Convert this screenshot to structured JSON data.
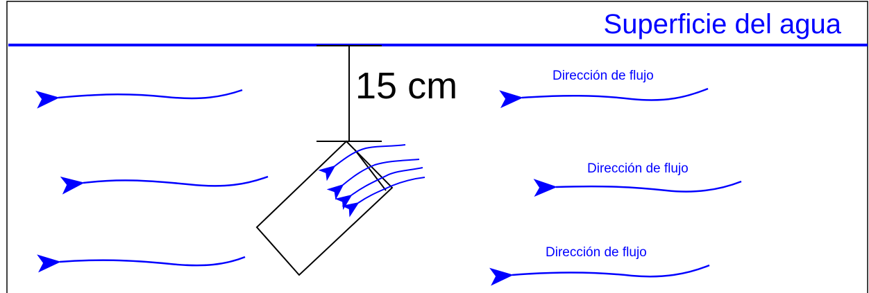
{
  "labels": {
    "surface": "Superficie del agua",
    "depth": "15 cm",
    "flow_1": "Dirección de flujo",
    "flow_2": "Dirección de flujo",
    "flow_3": "Dirección de flujo"
  },
  "colors": {
    "water": "#0000ff",
    "ink": "#000000",
    "background": "#ffffff"
  }
}
